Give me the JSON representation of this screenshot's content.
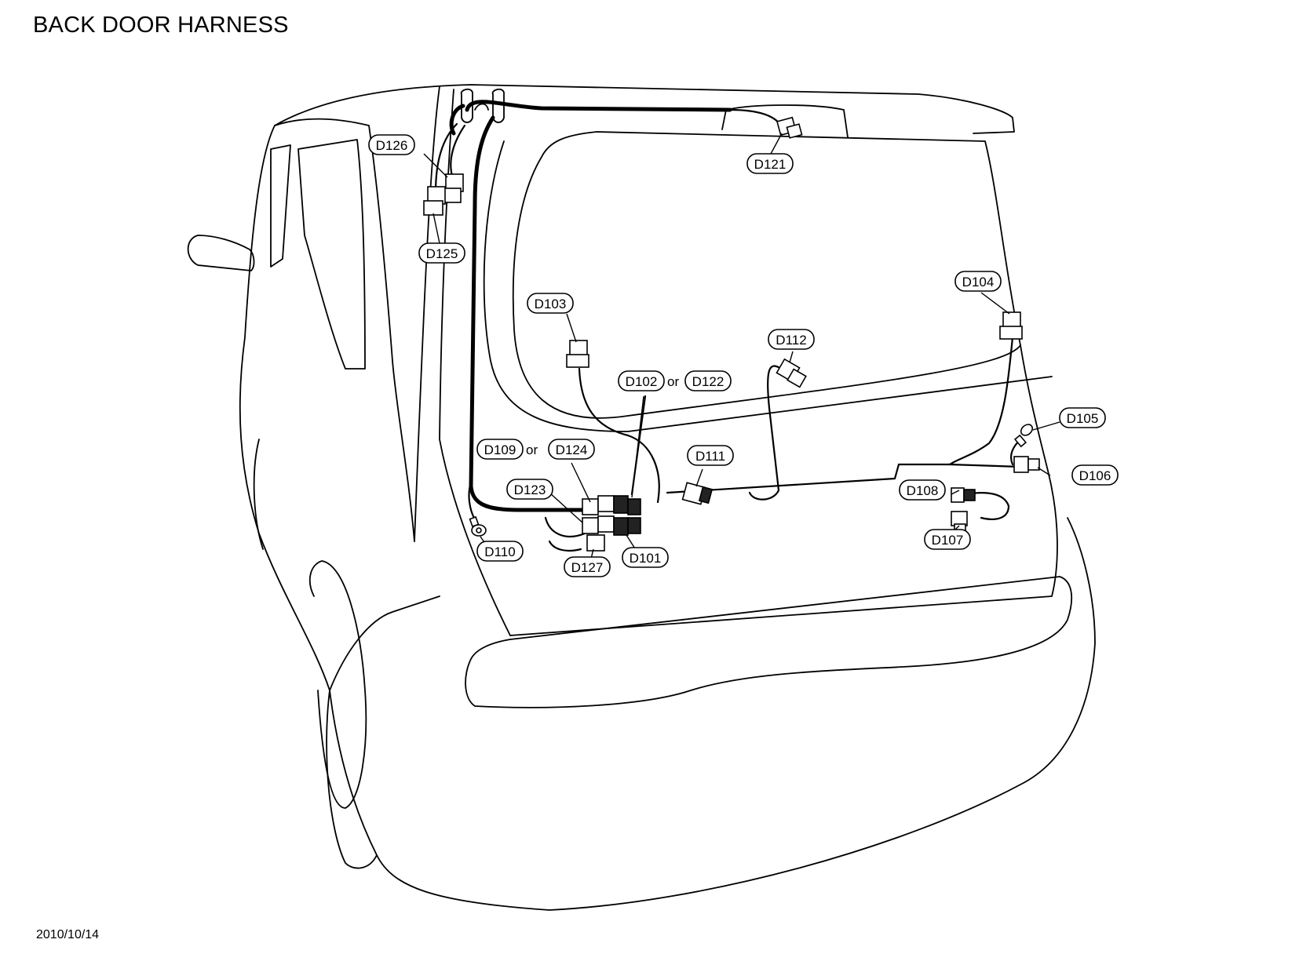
{
  "title": "BACK DOOR HARNESS",
  "date": "2010/10/14",
  "connectors": {
    "d126": "D126",
    "d125": "D125",
    "d121": "D121",
    "d103": "D103",
    "d104": "D104",
    "d112": "D112",
    "d102": "D102",
    "d122": "D122",
    "d109": "D109",
    "d124": "D124",
    "d111": "D111",
    "d105": "D105",
    "d106": "D106",
    "d108": "D108",
    "d107": "D107",
    "d123": "D123",
    "d110": "D110",
    "d127": "D127",
    "d101": "D101"
  },
  "or_word": "or"
}
